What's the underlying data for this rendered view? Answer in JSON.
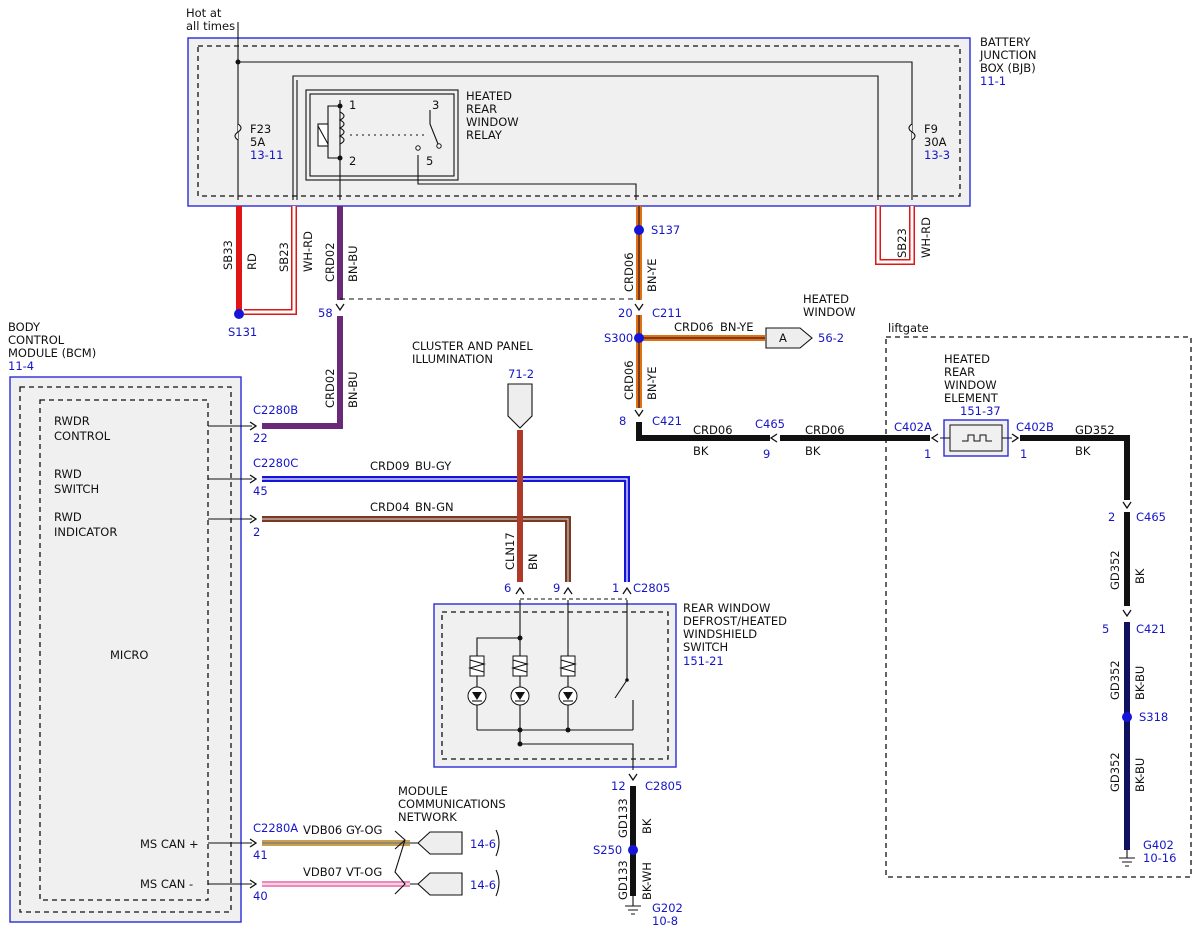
{
  "wires": {
    "sb33": {
      "circuit": "SB33",
      "color": "RD"
    },
    "sb23_left": {
      "circuit": "SB23",
      "color": "WH-RD"
    },
    "sb23_right": {
      "circuit": "SB23",
      "color": "WH-RD"
    },
    "crd02_top": {
      "circuit": "CRD02",
      "color": "BN-BU"
    },
    "crd02_bottom": {
      "circuit": "CRD02",
      "color": "BN-BU"
    },
    "crd06_top": {
      "circuit": "CRD06",
      "color": "BN-YE"
    },
    "crd06_a": {
      "circuit": "CRD06",
      "color": "BN-YE"
    },
    "crd06_mid": {
      "circuit": "CRD06",
      "color": "BN-YE"
    },
    "crd06_bk1": {
      "circuit": "CRD06",
      "color": "BK"
    },
    "crd06_bk2": {
      "circuit": "CRD06",
      "color": "BK"
    },
    "crd09": {
      "circuit": "CRD09",
      "color": "BU-GY"
    },
    "crd04": {
      "circuit": "CRD04",
      "color": "BN-GN"
    },
    "cln17": {
      "circuit": "CLN17",
      "color": "BN"
    },
    "gd352_a": {
      "circuit": "GD352",
      "color": "BK"
    },
    "gd352_b": {
      "circuit": "GD352",
      "color": "BK"
    },
    "gd352_c": {
      "circuit": "GD352",
      "color": "BK-BU"
    },
    "gd352_d": {
      "circuit": "GD352",
      "color": "BK-BU"
    },
    "gd133_a": {
      "circuit": "GD133",
      "color": "BK"
    },
    "gd133_b": {
      "circuit": "GD133",
      "color": "BK-WH"
    },
    "vdb06": {
      "circuit": "VDB06",
      "color": "GY-OG"
    },
    "vdb07": {
      "circuit": "VDB07",
      "color": "VT-OG"
    }
  },
  "bjb": {
    "title_lines": [
      "BATTERY",
      "JUNCTION",
      "BOX (BJB)"
    ],
    "ref": "11-1",
    "hot": [
      "Hot at",
      "all times"
    ],
    "f23": {
      "name": "F23",
      "rating": "5A",
      "ref": "13-11"
    },
    "f9": {
      "name": "F9",
      "rating": "30A",
      "ref": "13-3"
    },
    "relay": {
      "lines": [
        "HEATED",
        "REAR",
        "WINDOW",
        "RELAY"
      ],
      "pins": [
        "1",
        "2",
        "3",
        "5"
      ]
    }
  },
  "bcm": {
    "title_lines": [
      "BODY",
      "CONTROL",
      "MODULE (BCM)"
    ],
    "ref": "11-4",
    "micro": "MICRO",
    "rwdr": [
      "RWDR",
      "CONTROL"
    ],
    "rwd_switch": [
      "RWD",
      "SWITCH"
    ],
    "rwd_indicator": [
      "RWD",
      "INDICATOR"
    ],
    "ms_can_plus": "MS CAN +",
    "ms_can_minus": "MS CAN -"
  },
  "switch": {
    "lines": [
      "REAR WINDOW",
      "DEFROST/HEATED",
      "WINDSHIELD",
      "SWITCH"
    ],
    "ref": "151-21"
  },
  "element": {
    "lines": [
      "HEATED",
      "REAR",
      "WINDOW",
      "ELEMENT"
    ],
    "ref": "151-37"
  },
  "cluster": {
    "lines": [
      "CLUSTER AND PANEL",
      "ILLUMINATION"
    ],
    "ref": "71-2"
  },
  "heated_window": {
    "lines": [
      "HEATED",
      "WINDOW"
    ],
    "tag": "A",
    "ref": "56-2"
  },
  "network": {
    "lines": [
      "MODULE",
      "COMMUNICATIONS",
      "NETWORK"
    ],
    "ref1": "14-6",
    "ref2": "14-6"
  },
  "liftgate": "liftgate",
  "splices": {
    "s131": "S131",
    "s137": "S137",
    "s300": "S300",
    "s318": "S318",
    "s250": "S250"
  },
  "grounds": {
    "g402": "G402",
    "g402_ref": "10-16",
    "g202": "G202",
    "g202_ref": "10-8"
  },
  "connectors": {
    "c2280b": "C2280B",
    "c2280b_pin": "22",
    "c2280c": "C2280C",
    "c2280c_pin": "45",
    "c2280c_pin2": "2",
    "c2280a": "C2280A",
    "c2280a_pin": "41",
    "c2280a_pin2": "40",
    "c211": "C211",
    "c211_pin": "20",
    "c421": "C421",
    "c421_pin": "8",
    "c465": "C465",
    "c465_pin": "9",
    "c402a": "C402A",
    "c402a_pin": "1",
    "c402b": "C402B",
    "c402b_pin": "1",
    "c465b": "C465",
    "c465b_pin": "2",
    "c421b": "C421",
    "c421b_pin": "5",
    "c2805": "C2805",
    "c2805_pin1": "1",
    "c2805_pin6": "6",
    "c2805_pin9": "9",
    "c2805b": "C2805",
    "c2805b_pin": "12",
    "p58": "58"
  },
  "colors": {
    "red": "#e01515",
    "brown": "#7a3a22",
    "orange": "#e07010",
    "purple": "#6a2a78",
    "blue": "#1515d8",
    "pink": "#ee88bb",
    "tan": "#c8a050",
    "navy": "#101060",
    "black": "#111111",
    "accent": "#1515c8"
  }
}
